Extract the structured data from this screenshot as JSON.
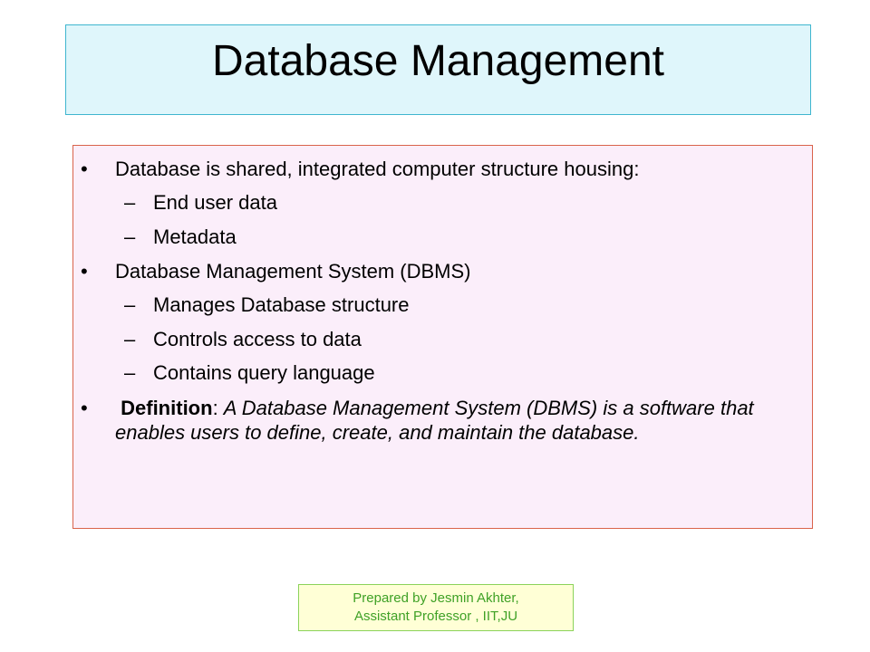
{
  "slide": {
    "title": "Database Management",
    "bullet_symbol": "•",
    "dash_symbol": "–",
    "items": [
      {
        "text": "Database is shared, integrated computer structure housing:",
        "subitems": [
          "End user data",
          "Metadata"
        ]
      },
      {
        "text": "Database Management System (DBMS)",
        "subitems": [
          "Manages Database structure",
          "Controls access to data",
          "Contains query language"
        ]
      }
    ],
    "definition": {
      "term": "Definition",
      "separator": ": ",
      "body": "A Database Management System (DBMS) is a software that enables users to define, create, and maintain the database."
    },
    "footer": {
      "line1": "Prepared by Jesmin Akhter,",
      "line2": "Assistant Professor , IIT,JU"
    }
  },
  "colors": {
    "title_background": "#dff6fb",
    "title_border": "#3fb6cf",
    "content_background": "#fbeefa",
    "content_border": "#d9634b",
    "footer_background": "#ffffd6",
    "footer_border": "#8bd35a",
    "footer_text": "#3fa126"
  }
}
